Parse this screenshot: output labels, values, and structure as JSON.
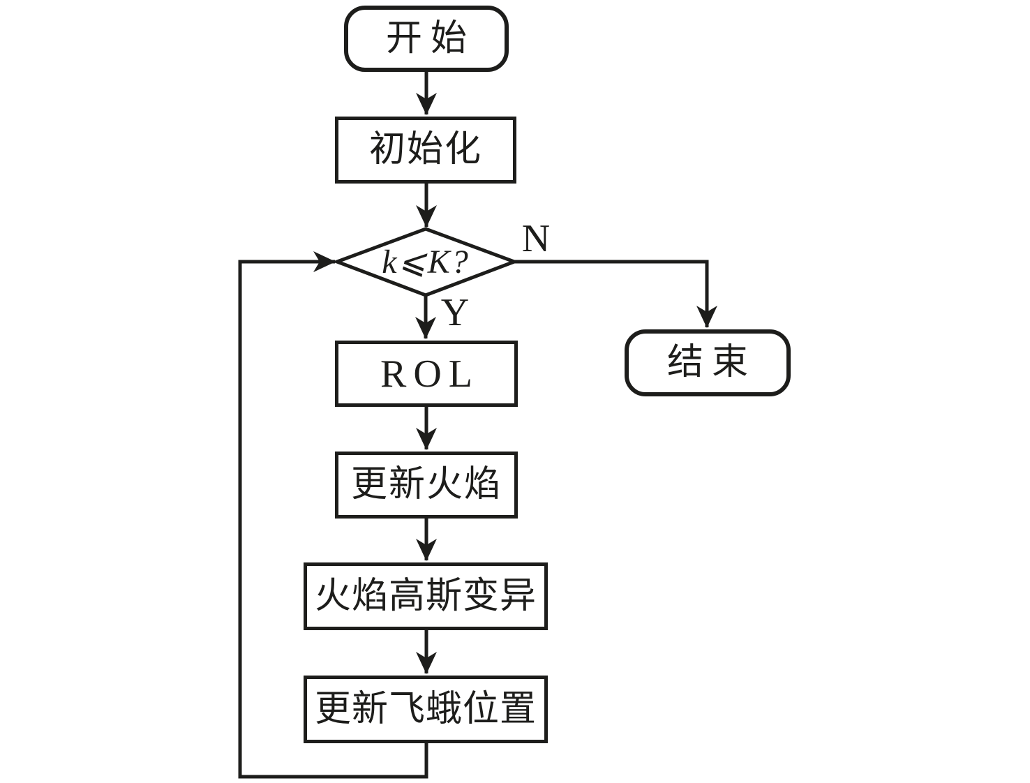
{
  "figure": {
    "type": "flowchart",
    "colors": {
      "stroke": "#1d1d1b",
      "background": "#ffffff"
    },
    "nodes": {
      "start": "开始",
      "init": "初始化",
      "decision": "k⩽K?",
      "rol": "ROL",
      "update_flame": "更新火焰",
      "flame_gaussian": "火焰高斯变异",
      "update_moth": "更新飞蛾位置",
      "end": "结束"
    },
    "edges": {
      "no_label": "N",
      "yes_label": "Y"
    }
  }
}
